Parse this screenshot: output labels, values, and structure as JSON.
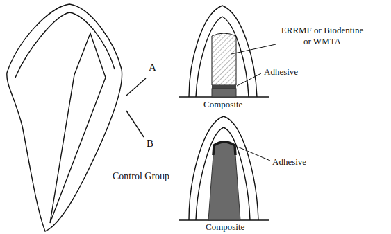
{
  "diagram": {
    "labels": [
      "A",
      "B",
      "Control Group",
      "ERRMF or Biodentine or WMTA",
      "Adhesive",
      "Composite",
      "Adhesive",
      "Composite"
    ]
  }
}
